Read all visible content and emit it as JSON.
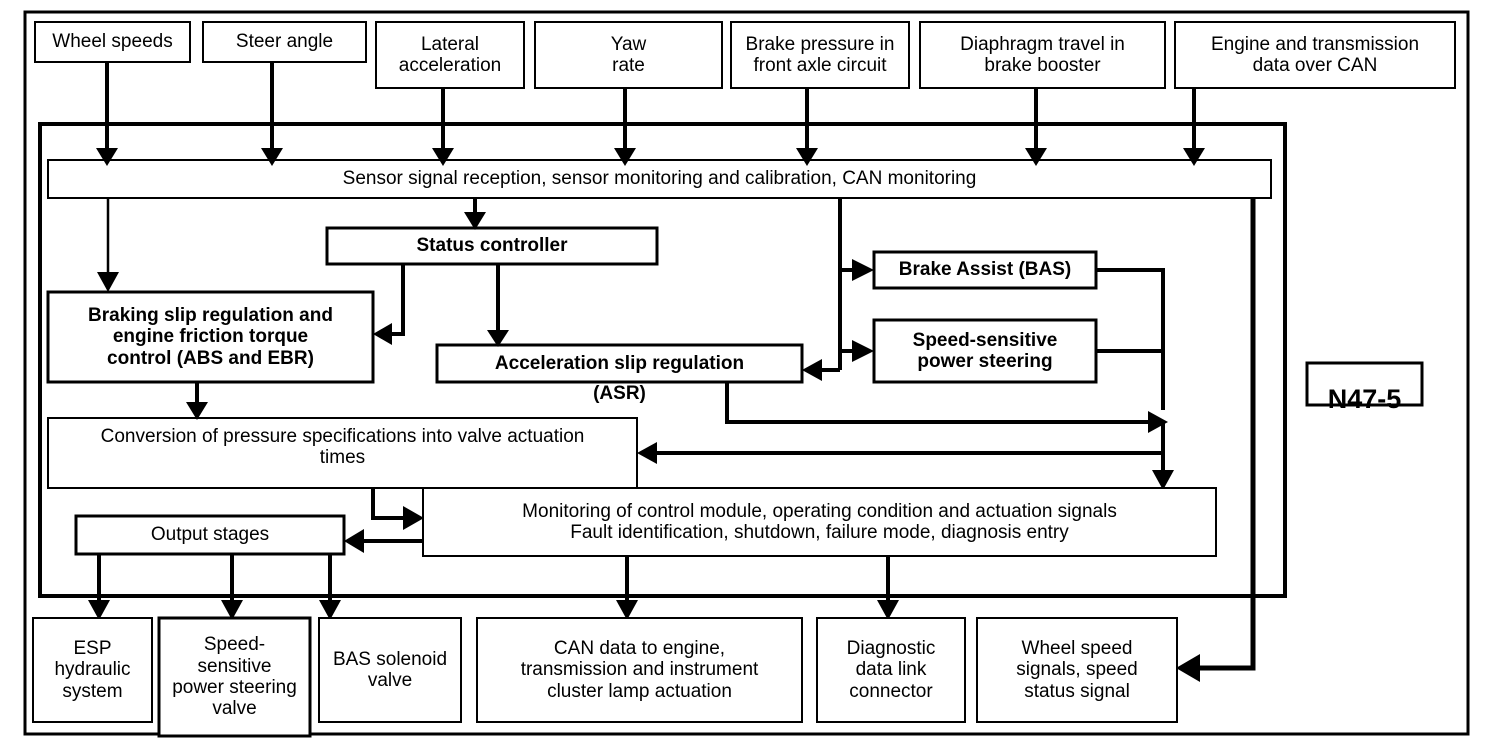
{
  "diagram": {
    "id_label": "N47-5",
    "inputs": [
      {
        "name": "wheel-speeds",
        "label": "Wheel speeds"
      },
      {
        "name": "steer-angle",
        "label": "Steer angle"
      },
      {
        "name": "lateral-acceleration",
        "label": "Lateral\nacceleration"
      },
      {
        "name": "yaw-rate",
        "label": "Yaw\nrate"
      },
      {
        "name": "brake-pressure",
        "label": "Brake pressure in\nfront axle circuit"
      },
      {
        "name": "diaphragm-travel",
        "label": "Diaphragm travel in\nbrake booster"
      },
      {
        "name": "engine-transmission-can",
        "label": "Engine and transmission\ndata over CAN"
      }
    ],
    "processing": [
      {
        "name": "sensor-signal-reception",
        "label": "Sensor signal reception, sensor monitoring and calibration, CAN monitoring"
      },
      {
        "name": "status-controller",
        "label": "Status controller"
      },
      {
        "name": "braking-slip-regulation",
        "label": "Braking slip regulation and\nengine friction torque\ncontrol (ABS and EBR)"
      },
      {
        "name": "acceleration-slip-regulation",
        "label": "Acceleration slip regulation"
      },
      {
        "name": "acceleration-slip-regulation-sub",
        "label": "(ASR)"
      },
      {
        "name": "brake-assist",
        "label": "Brake Assist (BAS)"
      },
      {
        "name": "speed-sensitive-power-steering",
        "label": "Speed-sensitive\npower steering"
      },
      {
        "name": "pressure-conversion",
        "label": "Conversion of pressure specifications into valve actuation\ntimes"
      },
      {
        "name": "monitoring-fault",
        "label": "Monitoring of control module, operating condition and actuation signals\nFault identification, shutdown, failure mode, diagnosis entry"
      },
      {
        "name": "output-stages",
        "label": "Output stages"
      }
    ],
    "outputs": [
      {
        "name": "esp-hydraulic-system",
        "label": "ESP\nhydraulic\nsystem"
      },
      {
        "name": "speed-sensitive-power-steering-valve",
        "label": "Speed-\nsensitive\npower steering\nvalve"
      },
      {
        "name": "bas-solenoid-valve",
        "label": "BAS solenoid\nvalve"
      },
      {
        "name": "can-data-out",
        "label": "CAN data to engine,\ntransmission and instrument\ncluster lamp actuation"
      },
      {
        "name": "diagnostic-data-link-connector",
        "label": "Diagnostic\ndata link\nconnector"
      },
      {
        "name": "wheel-speed-signals",
        "label": "Wheel speed\nsignals, speed\nstatus signal"
      }
    ],
    "colors": {
      "line": "#000000",
      "background": "#ffffff",
      "box_fill": "#ffffff"
    }
  }
}
